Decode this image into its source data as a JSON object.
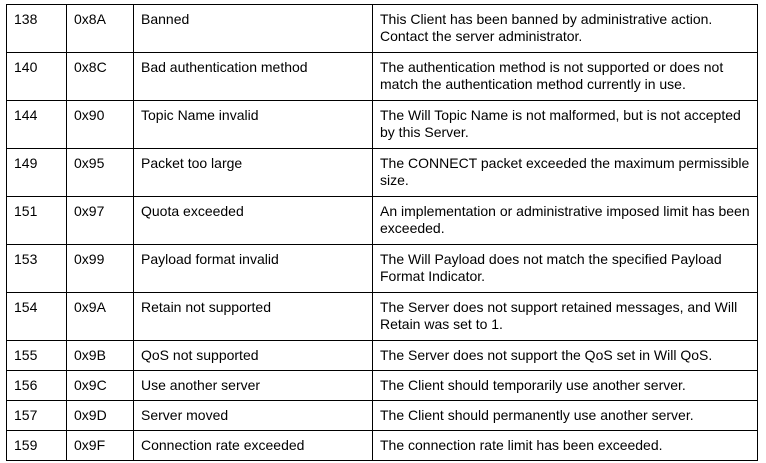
{
  "reason_codes": [
    {
      "decimal": "138",
      "hex": "0x8A",
      "name": "Banned",
      "description": "This Client has been banned by administrative action. Contact the server administrator."
    },
    {
      "decimal": "140",
      "hex": "0x8C",
      "name": "Bad authentication method",
      "description": "The authentication method is not supported or does not match the authentication method currently in use."
    },
    {
      "decimal": "144",
      "hex": "0x90",
      "name": "Topic Name invalid",
      "description": "The Will Topic Name is not malformed, but is not accepted by this Server."
    },
    {
      "decimal": "149",
      "hex": "0x95",
      "name": "Packet too large",
      "description": "The CONNECT packet exceeded the maximum permissible size."
    },
    {
      "decimal": "151",
      "hex": "0x97",
      "name": "Quota exceeded",
      "description": "An implementation or administrative imposed limit has been exceeded."
    },
    {
      "decimal": "153",
      "hex": "0x99",
      "name": "Payload format invalid",
      "description": "The Will Payload does not match the specified Payload Format Indicator."
    },
    {
      "decimal": "154",
      "hex": "0x9A",
      "name": "Retain not supported",
      "description": "The Server does not support retained messages, and Will Retain was set to 1."
    },
    {
      "decimal": "155",
      "hex": "0x9B",
      "name": "QoS not supported",
      "description": "The Server does not support the QoS set in Will QoS."
    },
    {
      "decimal": "156",
      "hex": "0x9C",
      "name": "Use another server",
      "description": "The Client should temporarily use another server."
    },
    {
      "decimal": "157",
      "hex": "0x9D",
      "name": "Server moved",
      "description": "The Client should permanently use another server."
    },
    {
      "decimal": "159",
      "hex": "0x9F",
      "name": "Connection rate exceeded",
      "description": "The connection rate limit has been exceeded."
    }
  ]
}
